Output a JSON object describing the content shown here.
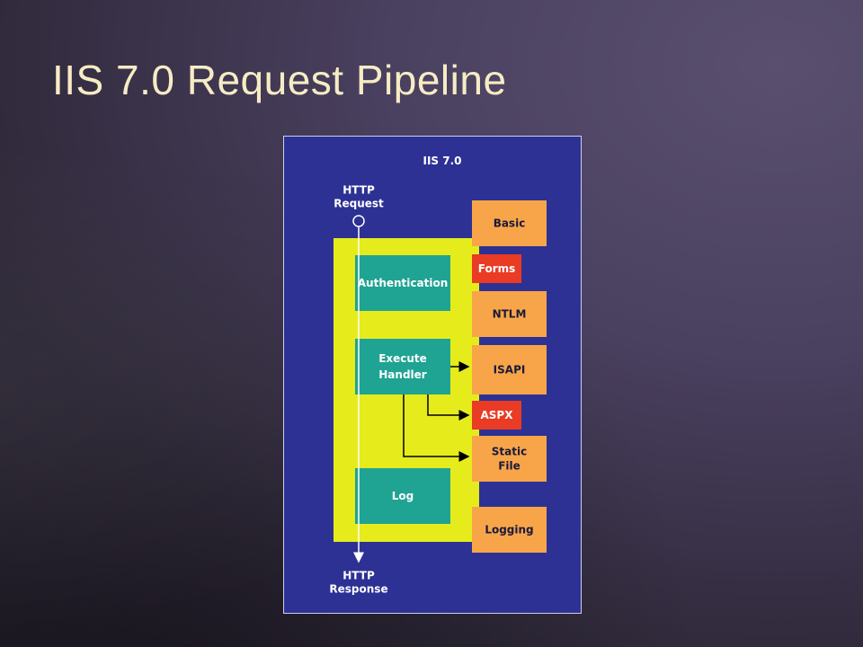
{
  "slide": {
    "title": "IIS 7.0 Request Pipeline"
  },
  "diagram": {
    "header": "IIS 7.0",
    "request_label": [
      "HTTP",
      "Request"
    ],
    "response_label": [
      "HTTP",
      "Response"
    ],
    "pipeline_steps": [
      {
        "id": "authentication",
        "lines": [
          "Authentication"
        ]
      },
      {
        "id": "execute-handler",
        "lines": [
          "Execute",
          "Handler"
        ]
      },
      {
        "id": "log",
        "lines": [
          "Log"
        ]
      }
    ],
    "modules": [
      {
        "id": "basic",
        "lines": [
          "Basic"
        ],
        "kind": "orange"
      },
      {
        "id": "forms",
        "lines": [
          "Forms"
        ],
        "kind": "red"
      },
      {
        "id": "ntlm",
        "lines": [
          "NTLM"
        ],
        "kind": "orange"
      },
      {
        "id": "isapi",
        "lines": [
          "ISAPI"
        ],
        "kind": "orange"
      },
      {
        "id": "aspx",
        "lines": [
          "ASPX"
        ],
        "kind": "red"
      },
      {
        "id": "static-file",
        "lines": [
          "Static",
          "File"
        ],
        "kind": "orange"
      },
      {
        "id": "logging",
        "lines": [
          "Logging"
        ],
        "kind": "orange"
      }
    ],
    "colors": {
      "background": "#2d3194",
      "pipeline": "#e6ec1c",
      "step": "#1fa393",
      "module_orange": "#f8a54a",
      "module_red": "#ea3b24"
    }
  }
}
